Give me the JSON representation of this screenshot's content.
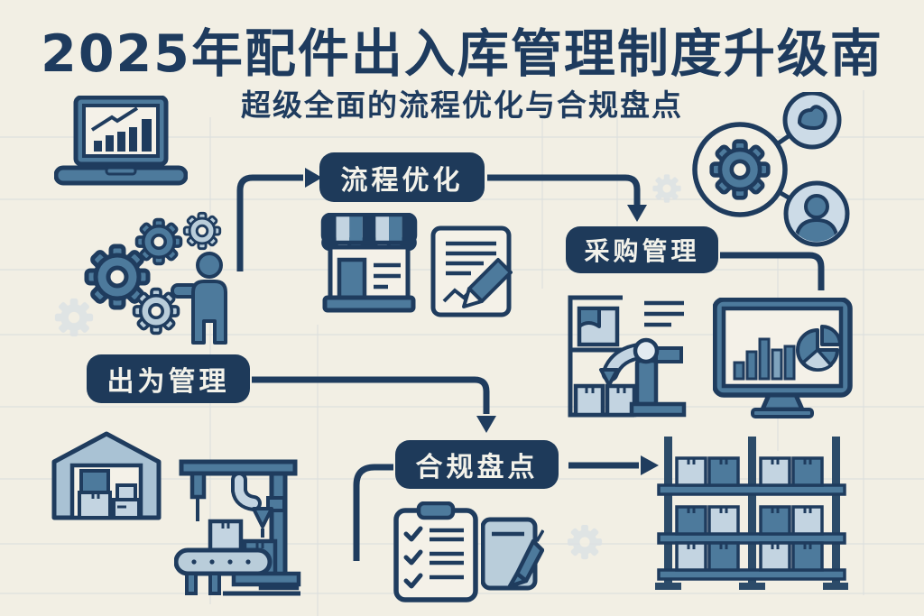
{
  "palette": {
    "background": "#f2efe4",
    "ink_navy": "#1f3c5e",
    "steel_blue": "#4d7a9c",
    "light_blue": "#c3d4e1",
    "pale_blue": "#a9c2d4",
    "node_fill": "#1e3a5a",
    "node_text": "#f3f2ea",
    "watermark_gray": "#dde2e4",
    "grid_line": "#c9d3da"
  },
  "header": {
    "title": "2025年配件出入库管理制度升级南",
    "subtitle": "超级全面的流程优化与合规盘点"
  },
  "nodes": [
    {
      "id": "process-optimization",
      "label": "流程优化"
    },
    {
      "id": "procurement-management",
      "label": "采购管理"
    },
    {
      "id": "inout-management",
      "label": "出为管理"
    },
    {
      "id": "compliance-count",
      "label": "合规盘点"
    }
  ],
  "flow": [
    {
      "from": "gears-person-icon",
      "to": "process-optimization"
    },
    {
      "from": "process-optimization",
      "to": "procurement-management"
    },
    {
      "from": "procurement-management",
      "to": "monitor-analytics-icon"
    },
    {
      "from": "inout-management",
      "to": "compliance-count"
    },
    {
      "from": "crane-conveyor-icon",
      "to": "compliance-count"
    },
    {
      "from": "compliance-count",
      "to": "storage-rack-icon"
    }
  ],
  "icons": [
    {
      "name": "laptop-chart-icon",
      "depicts": "laptop with rising bar chart"
    },
    {
      "name": "gears-person-icon",
      "depicts": "person standing beside gears"
    },
    {
      "name": "gear-network-icon",
      "depicts": "gear connected to two user avatars"
    },
    {
      "name": "storefront-icon",
      "depicts": "storefront with striped awning"
    },
    {
      "name": "document-pen-icon",
      "depicts": "document with pencil"
    },
    {
      "name": "robot-arm-shelf-icon",
      "depicts": "robotic arm picking from parts shelf"
    },
    {
      "name": "monitor-analytics-icon",
      "depicts": "monitor showing bar chart and pie chart"
    },
    {
      "name": "warehouse-icon",
      "depicts": "warehouse with stacked boxes"
    },
    {
      "name": "crane-conveyor-icon",
      "depicts": "gantry crane over conveyor with boxes"
    },
    {
      "name": "checklist-clipboard-icon",
      "depicts": "clipboard checklist with checkmarks"
    },
    {
      "name": "tablet-pen-icon",
      "depicts": "note pad with pen"
    },
    {
      "name": "storage-rack-icon",
      "depicts": "three-level storage rack full of boxes"
    }
  ]
}
